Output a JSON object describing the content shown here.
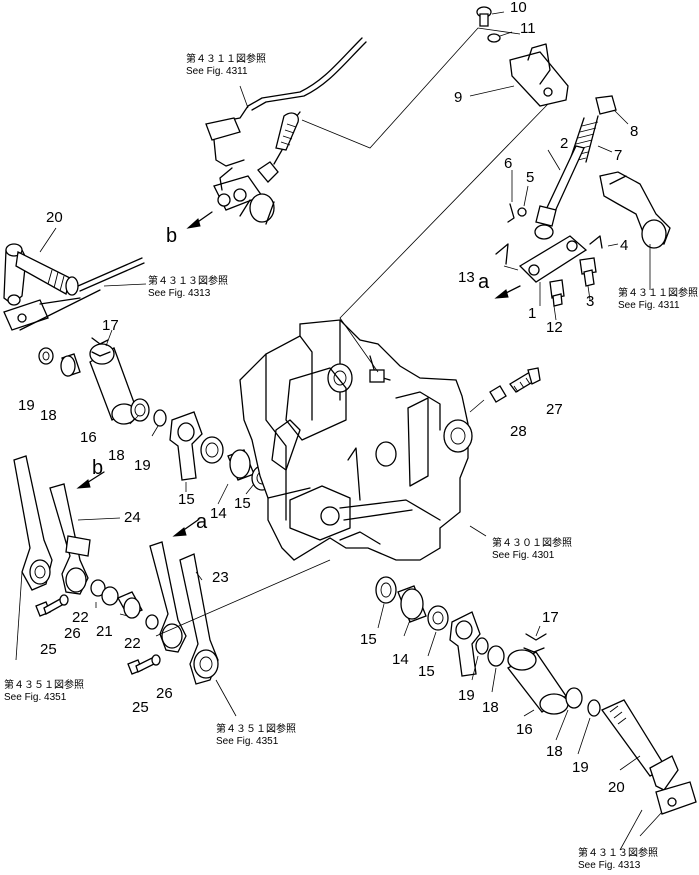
{
  "diagram": {
    "part_numbers": [
      {
        "id": "p10",
        "text": "10"
      },
      {
        "id": "p11",
        "text": "11"
      },
      {
        "id": "p9",
        "text": "9"
      },
      {
        "id": "p8",
        "text": "8"
      },
      {
        "id": "p2",
        "text": "2"
      },
      {
        "id": "p7",
        "text": "7"
      },
      {
        "id": "p6",
        "text": "6"
      },
      {
        "id": "p5",
        "text": "5"
      },
      {
        "id": "p4",
        "text": "4"
      },
      {
        "id": "p13",
        "text": "13"
      },
      {
        "id": "p3",
        "text": "3"
      },
      {
        "id": "p1",
        "text": "1"
      },
      {
        "id": "p12",
        "text": "12"
      },
      {
        "id": "p20a",
        "text": "20"
      },
      {
        "id": "p17a",
        "text": "17"
      },
      {
        "id": "p19a",
        "text": "19"
      },
      {
        "id": "p18a",
        "text": "18"
      },
      {
        "id": "p16a",
        "text": "16"
      },
      {
        "id": "p18b",
        "text": "18"
      },
      {
        "id": "p19b",
        "text": "19"
      },
      {
        "id": "p27",
        "text": "27"
      },
      {
        "id": "p28",
        "text": "28"
      },
      {
        "id": "p15a",
        "text": "15"
      },
      {
        "id": "p14a",
        "text": "14"
      },
      {
        "id": "p15b",
        "text": "15"
      },
      {
        "id": "p24",
        "text": "24"
      },
      {
        "id": "p23",
        "text": "23"
      },
      {
        "id": "p22a",
        "text": "22"
      },
      {
        "id": "p21",
        "text": "21"
      },
      {
        "id": "p22b",
        "text": "22"
      },
      {
        "id": "p25a",
        "text": "25"
      },
      {
        "id": "p26a",
        "text": "26"
      },
      {
        "id": "p25b",
        "text": "25"
      },
      {
        "id": "p26b",
        "text": "26"
      },
      {
        "id": "p17b",
        "text": "17"
      },
      {
        "id": "p15c",
        "text": "15"
      },
      {
        "id": "p14b",
        "text": "14"
      },
      {
        "id": "p15d",
        "text": "15"
      },
      {
        "id": "p19c",
        "text": "19"
      },
      {
        "id": "p18c",
        "text": "18"
      },
      {
        "id": "p16b",
        "text": "16"
      },
      {
        "id": "p18d",
        "text": "18"
      },
      {
        "id": "p19d",
        "text": "19"
      },
      {
        "id": "p20b",
        "text": "20"
      }
    ],
    "view_letters": [
      {
        "id": "lb1",
        "text": "b"
      },
      {
        "id": "la1",
        "text": "a"
      },
      {
        "id": "lb2",
        "text": "b"
      },
      {
        "id": "la2",
        "text": "a"
      }
    ],
    "references": [
      {
        "id": "r4311a",
        "jp": "第４３１１図参照",
        "en": "See Fig. 4311"
      },
      {
        "id": "r4311b",
        "jp": "第４３１１図参照",
        "en": "See Fig. 4311"
      },
      {
        "id": "r4313a",
        "jp": "第４３１３図参照",
        "en": "See Fig. 4313"
      },
      {
        "id": "r4301",
        "jp": "第４３０１図参照",
        "en": "See Fig. 4301"
      },
      {
        "id": "r4351a",
        "jp": "第４３５１図参照",
        "en": "See Fig. 4351"
      },
      {
        "id": "r4351b",
        "jp": "第４３５１図参照",
        "en": "See Fig. 4351"
      },
      {
        "id": "r4313b",
        "jp": "第４３１３図参照",
        "en": "See Fig. 4313"
      }
    ]
  }
}
